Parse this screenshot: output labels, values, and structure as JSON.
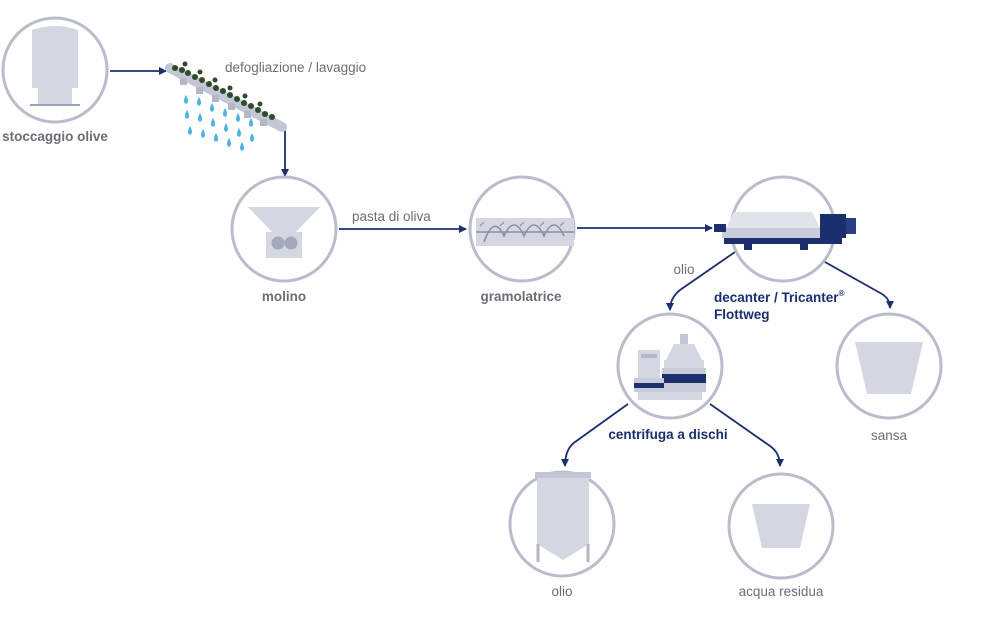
{
  "labels": {
    "storage": "stoccaggio olive",
    "washing": "defogliazione / lavaggio",
    "paste": "pasta di oliva",
    "mill": "molino",
    "malaxer": "gramolatrice",
    "oil_flow": "olio",
    "decanter_line1": "decanter / Tricanter",
    "decanter_reg": "®",
    "decanter_line2": "Flottweg",
    "centrifuge": "centrifuga a dischi",
    "pomace": "sansa",
    "oil_out": "olio",
    "wastewater": "acqua residua"
  },
  "icons": {
    "storage": "silo-icon",
    "washing": "washing-conveyor-icon",
    "mill": "mill-icon",
    "malaxer": "malaxer-screw-icon",
    "decanter": "decanter-machine-icon",
    "centrifuge": "disc-centrifuge-icon",
    "pomace": "pomace-container-icon",
    "oil": "oil-tank-icon",
    "wastewater": "water-container-icon"
  },
  "colors": {
    "circle_stroke": "#b8bccb",
    "equipment_fill": "#d4d7e2",
    "arrow": "#1b2e6e",
    "water_drop": "#4ab3e0",
    "olive": "#2e4b2a",
    "label_gray": "#6b6e78",
    "label_blue": "#1b2e6e"
  }
}
